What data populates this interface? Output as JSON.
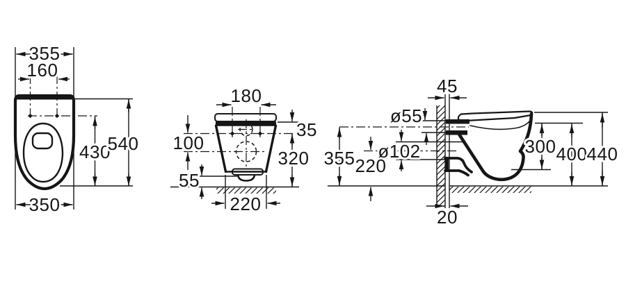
{
  "colors": {
    "ink": "#161616",
    "paper": "#ffffff"
  },
  "views": {
    "top": {
      "dims": {
        "overall_width": "355",
        "fixing_centres": "160",
        "bowl_depth": "430",
        "overall_depth": "540",
        "front_width": "350"
      }
    },
    "front": {
      "dims": {
        "fixing_centres": "180",
        "top_to_fixings": "35",
        "fixings_to_outlet": "100",
        "fixings_height": "320",
        "underside_clearance": "55",
        "base_width": "220"
      }
    },
    "side": {
      "dims": {
        "wall_offset": "45",
        "inlet_diameter": "ø55",
        "outlet_diameter": "ø102",
        "inlet_axis_height": "355",
        "outlet_axis_height": "220",
        "body_depth_drop": "300",
        "rim_height": "400",
        "overall_height": "440",
        "wall_finish_thickness": "20"
      }
    }
  }
}
